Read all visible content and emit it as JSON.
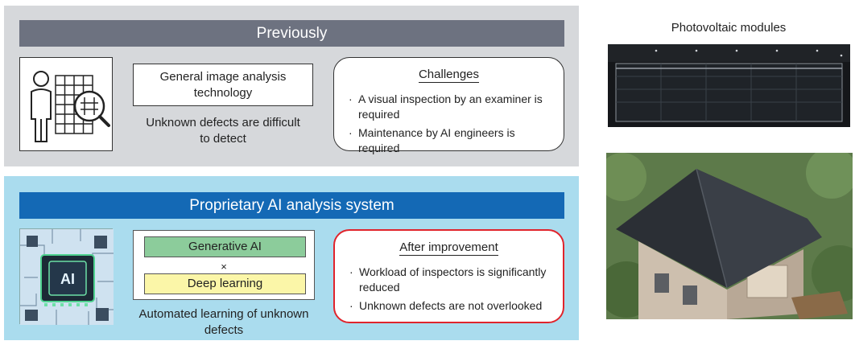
{
  "previously": {
    "title": "Previously",
    "tech_label": "General image analysis technology",
    "caption": "Unknown defects are difficult to detect",
    "challenges": {
      "title": "Challenges",
      "items": [
        "A visual inspection by an examiner is required",
        "Maintenance by AI engineers is required"
      ]
    }
  },
  "ai_system": {
    "title": "Proprietary AI analysis system",
    "generative_label": "Generative AI",
    "times_symbol": "×",
    "deep_learning_label": "Deep learning",
    "caption": "Automated learning of unknown defects",
    "chip_label": "AI",
    "after": {
      "title": "After improvement",
      "items": [
        "Workload of inspectors is significantly reduced",
        "Unknown defects are not overlooked"
      ]
    }
  },
  "photos": {
    "label": "Photovoltaic modules"
  },
  "colors": {
    "prev_bg": "#d6d8db",
    "prev_banner": "#6d7280",
    "ai_bg": "#aadcee",
    "ai_banner": "#1469b5",
    "generative": "#8ccc9b",
    "deep_learning": "#fbf6a8",
    "after_border": "#e0242c"
  }
}
